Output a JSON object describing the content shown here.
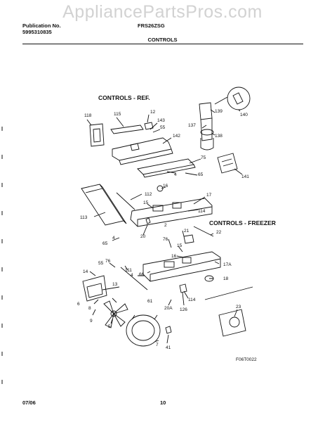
{
  "watermark": "AppliancePartsPros.com",
  "header": {
    "publication_label": "Publication No.",
    "publication_number": "5995310835",
    "model": "FRS26ZSG",
    "section": "CONTROLS"
  },
  "diagram": {
    "sections": {
      "ref": "CONTROLS - REF.",
      "freezer": "CONTROLS - FREEZER"
    },
    "callouts": {
      "c118": "118",
      "c115": "115",
      "c12": "12",
      "c143": "143",
      "c55a": "55",
      "c142": "142",
      "c139": "139",
      "c140": "140",
      "c137": "137",
      "c138": "138",
      "c141": "141",
      "c75": "75",
      "c4a": "4",
      "c65a": "65",
      "c16": "16",
      "c112": "112",
      "c17": "17",
      "c113": "113",
      "c15": "15",
      "c2": "2",
      "c114a": "114",
      "c20": "20",
      "c65b": "65",
      "c4b": "4",
      "c21": "21",
      "c22": "22",
      "c76a": "76",
      "c15b": "15",
      "c16b": "16",
      "c14": "14",
      "c55b": "55",
      "c76b": "76",
      "c111": "111",
      "c4c": "4",
      "c66": "66",
      "c17a": "17A",
      "c18": "18",
      "c13": "13",
      "c6": "6",
      "c61": "61",
      "c8": "8",
      "c9": "9",
      "c5": "5",
      "c20a": "20A",
      "c126": "126",
      "c114b": "114",
      "c23": "23",
      "c7": "7",
      "c41": "41"
    },
    "figure_id": "F06T0022"
  },
  "footer": {
    "date": "07/06",
    "page": "10"
  }
}
